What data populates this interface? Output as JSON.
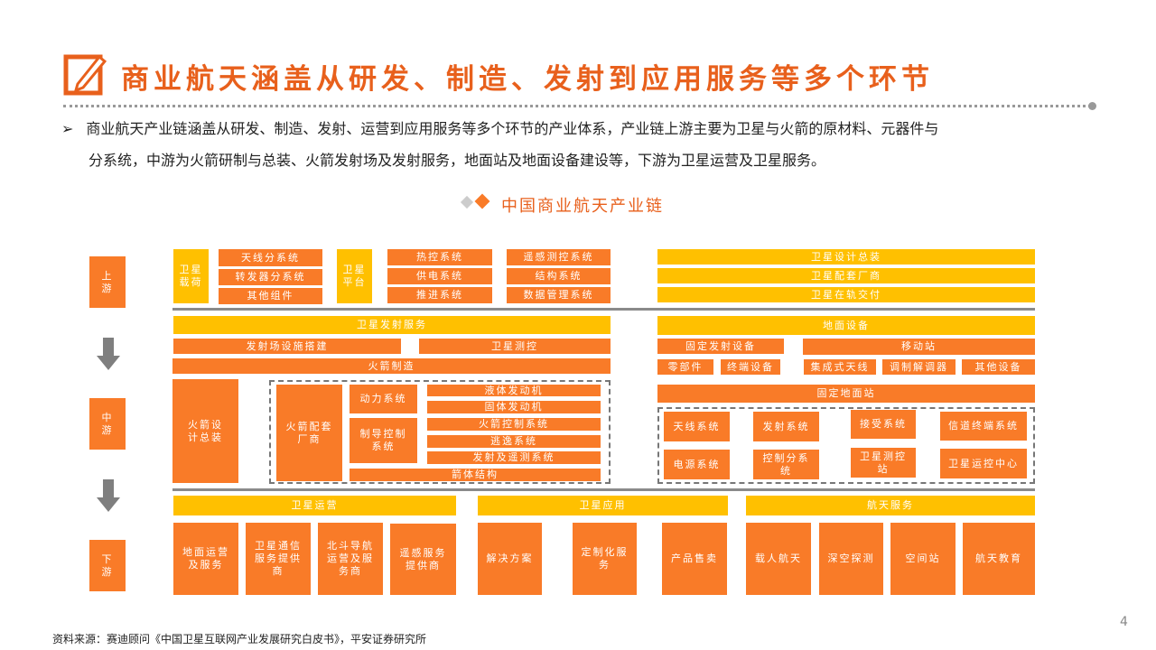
{
  "header": {
    "title": "商业航天涵盖从研发、制造、发射到应用服务等多个环节",
    "icon": "pencil-edit-icon"
  },
  "bullet": {
    "marker": "➢",
    "line1": "商业航天产业链涵盖从研发、制造、发射、运营到应用服务等多个环节的产业体系，产业链上游主要为卫星与火箭的原材料、元器件与",
    "line2": "分系统，中游为火箭研制与总装、火箭发射场及发射服务，地面站及地面设备建设等，下游为卫星运营及卫星服务。"
  },
  "diagram": {
    "title": "中国商业航天产业链",
    "stages": [
      "上游",
      "中游",
      "下游"
    ],
    "upstream": {
      "payload": "卫星载荷",
      "payload_items": [
        "天线分系统",
        "转发器分系统",
        "其他组件"
      ],
      "platform": "卫星平台",
      "platform_a": [
        "热控系统",
        "供电系统",
        "推进系统"
      ],
      "platform_b": [
        "遥感测控系统",
        "结构系统",
        "数据管理系统"
      ],
      "satellite": [
        "卫星设计总装",
        "卫星配套厂商",
        "卫星在轨交付"
      ]
    },
    "midstream": {
      "launch_service": "卫星发射服务",
      "launch_site": "发射场设施搭建",
      "tt_c": "卫星测控",
      "rocket_mfg": "火箭制造",
      "rocket_design": "火箭设计总装",
      "rocket_supplier": "火箭配套厂商",
      "power": "动力系统",
      "guidance": "制导控制系统",
      "sub": [
        "液体发动机",
        "固体发动机",
        "火箭控制系统",
        "逃逸系统",
        "发射及遥测系统"
      ],
      "body": "箭体结构",
      "ground_equipment": "地面设备",
      "fixed_launch": "固定发射设备",
      "mobile": "移动站",
      "equip_items": [
        "零部件",
        "终端设备",
        "集成式天线",
        "调制解调器",
        "其他设备"
      ],
      "fixed_station": "固定地面站",
      "station_items": [
        "天线系统",
        "发射系统",
        "接受系统",
        "信道终端系统",
        "电源系统",
        "控制分系统",
        "卫星测控站",
        "卫星运控中心"
      ]
    },
    "downstream": {
      "groups": [
        "卫星运营",
        "卫星应用",
        "航天服务"
      ],
      "items": [
        "地面运营及服务",
        "卫星通信服务提供商",
        "北斗导航运营及服务商",
        "遥感服务提供商",
        "解决方案",
        "定制化服务",
        "产品售卖",
        "载人航天",
        "深空探测",
        "空间站",
        "航天教育"
      ]
    }
  },
  "footer": {
    "source": "资料来源：赛迪顾问《中国卫星互联网产业发展研究白皮书》，平安证券研究所",
    "page": "4"
  },
  "colors": {
    "orange": "#F97B28",
    "yellow": "#FFC000",
    "title": "#E8601C"
  }
}
